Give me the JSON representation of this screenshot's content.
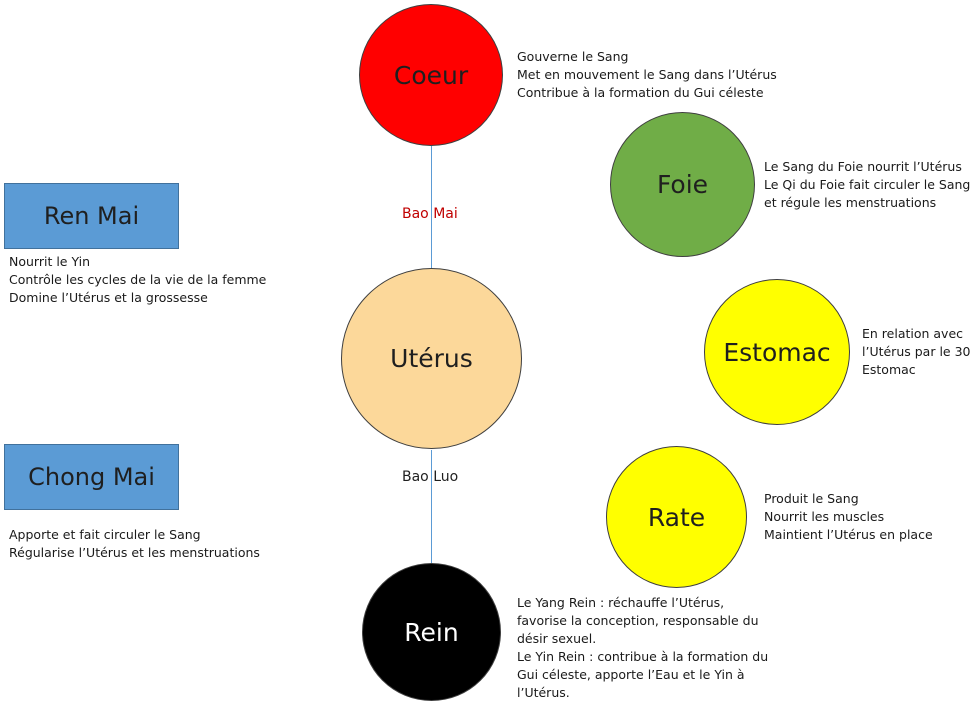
{
  "organs": {
    "coeur": {
      "label": "Coeur",
      "color": "#ff0000"
    },
    "foie": {
      "label": "Foie",
      "color": "#70ad47"
    },
    "uterus": {
      "label": "Utérus",
      "color": "#fcd89a"
    },
    "estomac": {
      "label": "Estomac",
      "color": "#ffff00"
    },
    "rate": {
      "label": "Rate",
      "color": "#ffff00"
    },
    "rein": {
      "label": "Rein",
      "color": "#000000",
      "text_color": "#ffffff"
    }
  },
  "meridians": {
    "ren_mai": {
      "label": "Ren Mai",
      "color": "#5b9bd5"
    },
    "chong_mai": {
      "label": "Chong Mai",
      "color": "#5b9bd5"
    }
  },
  "connections": {
    "bao_mai": {
      "label": "Bao Mai",
      "color": "#c00000"
    },
    "bao_luo": {
      "label": "Bao Luo",
      "color": "#1f1f1f"
    }
  },
  "notes": {
    "coeur": [
      "Gouverne le Sang",
      "Met en mouvement le Sang dans l’Utérus",
      "Contribue à la formation du Gui céleste"
    ],
    "foie": [
      "Le Sang du Foie nourrit l’Utérus",
      "Le Qi du Foie fait circuler le Sang",
      "et régule les menstruations"
    ],
    "ren_mai": [
      "Nourrit le Yin",
      "Contrôle les cycles de la vie de la femme",
      "Domine l’Utérus et la grossesse"
    ],
    "estomac": [
      "En relation avec",
      "l’Utérus par le 30",
      "Estomac"
    ],
    "chong_mai": [
      "Apporte et fait circuler le Sang",
      "Régularise l’Utérus et les menstruations"
    ],
    "rate": [
      "Produit le Sang",
      "Nourrit les muscles",
      "Maintient l’Utérus en place"
    ],
    "rein": [
      "Le Yang Rein : réchauffe l’Utérus,",
      "favorise la conception, responsable du",
      "désir sexuel.",
      "Le Yin Rein : contribue à la formation du",
      "Gui céleste, apporte l’Eau et le Yin à",
      "l’Utérus."
    ]
  }
}
